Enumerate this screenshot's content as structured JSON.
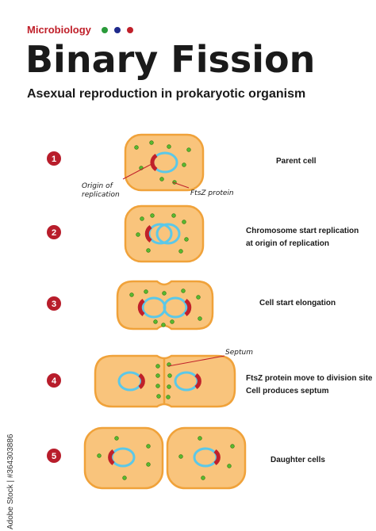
{
  "header": {
    "category": "Microbiology",
    "title": "Binary Fission",
    "subtitle": "Asexual reproduction in prokaryotic organism",
    "dot_colors": [
      "#2a9a3a",
      "#1f2a8c",
      "#c0202a"
    ]
  },
  "stages": [
    {
      "number": "1",
      "lines": [
        "Parent cell"
      ]
    },
    {
      "number": "2",
      "lines": [
        "Chromosome start replication",
        "at origin of replication"
      ]
    },
    {
      "number": "3",
      "lines": [
        "Cell start elongation"
      ]
    },
    {
      "number": "4",
      "lines": [
        "FtsZ protein move to division site",
        "Cell produces septum"
      ]
    },
    {
      "number": "5",
      "lines": [
        "Daughter cells"
      ]
    }
  ],
  "annotations": {
    "origin": [
      "Origin of",
      "replication"
    ],
    "ftsz": "FtsZ protein",
    "septum": "Septum"
  },
  "side_id": "Adobe Stock | #364303886",
  "colors": {
    "cell_fill": "#f9c47c",
    "cell_stroke": "#f0a23a",
    "dna": "#5bc8e8",
    "origin": "#c0202a",
    "ftsz": "#5ab82e",
    "badge": "#b81d2b"
  }
}
